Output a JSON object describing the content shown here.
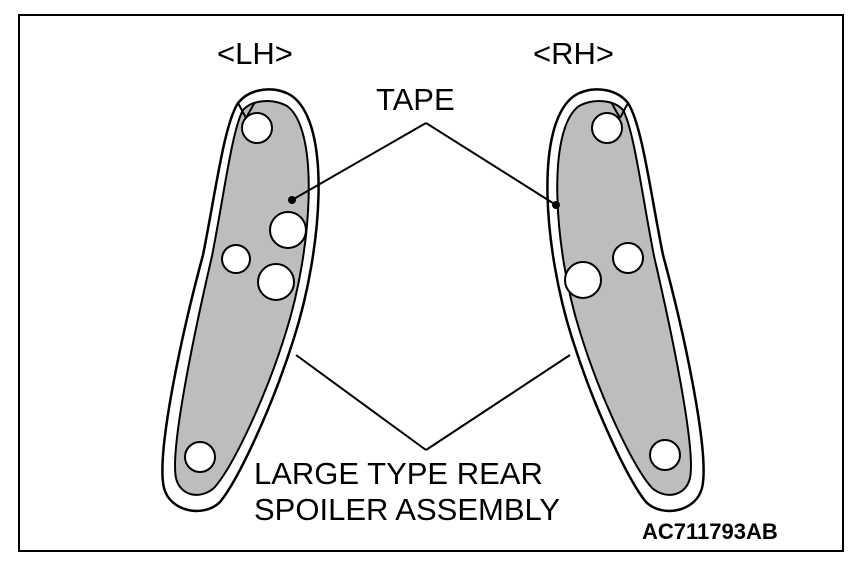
{
  "labels": {
    "lh": "<LH>",
    "rh": "<RH>",
    "tape": "TAPE",
    "assembly_line1": "LARGE TYPE REAR",
    "assembly_line2": "SPOILER ASSEMBLY",
    "figure_code": "AC711793AB"
  },
  "colors": {
    "tape_fill": "#bdbdbd",
    "outline": "#000000",
    "background": "#ffffff"
  }
}
